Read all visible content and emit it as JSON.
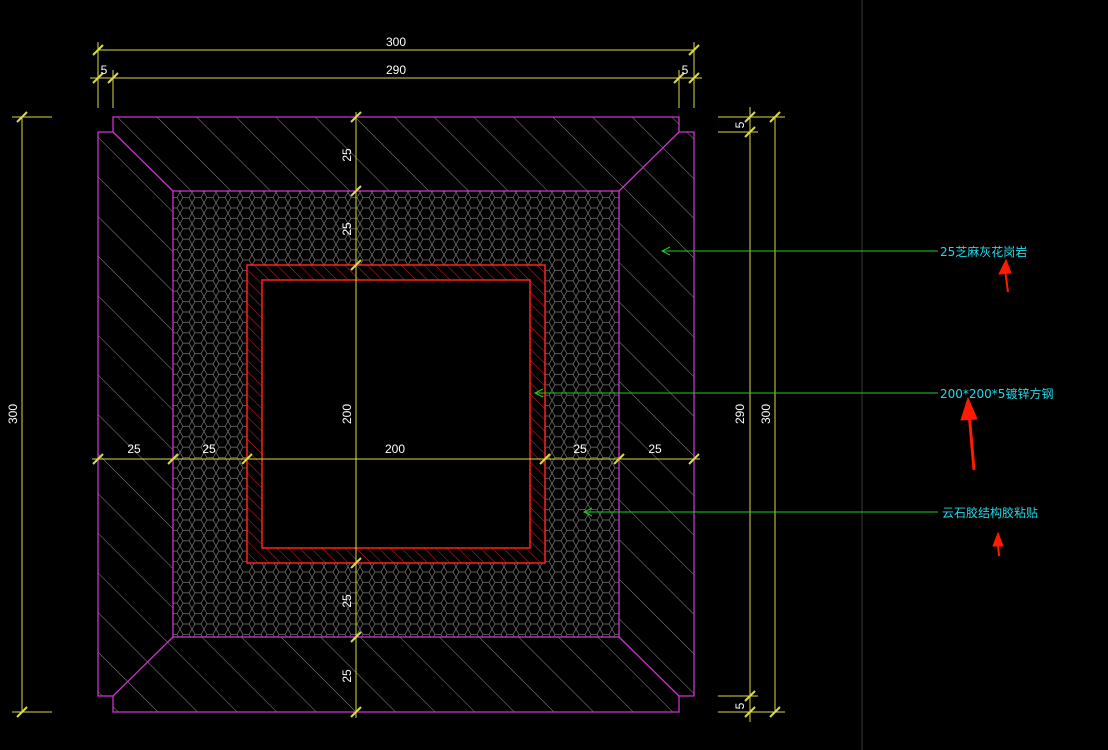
{
  "drawing": {
    "colors": {
      "background": "#000000",
      "dimension_line": "#d9d94a",
      "dimension_text": "#ffffff",
      "outer_outline": "#cc33cc",
      "steel_outline": "#ff2020",
      "leader": "#22cc22",
      "label": "#22d8e8",
      "pointer_arrow": "#ff1a00",
      "hatch": "#8a8a8a"
    },
    "dimensions": {
      "top_overall": "300",
      "top_inner": "290",
      "top_left_offset": "5",
      "top_right_offset": "5",
      "left_overall": "300",
      "right_inner": "290",
      "right_overall": "300",
      "right_top_offset": "5",
      "right_bottom_offset": "5",
      "vertical_chain": [
        "25",
        "25",
        "200",
        "25",
        "25"
      ],
      "horizontal_chain": [
        "25",
        "25",
        "200",
        "25",
        "25"
      ]
    },
    "annotations": [
      {
        "text": "25芝麻灰花岗岩"
      },
      {
        "text": "200*200*5镀锌方钢"
      },
      {
        "text": "云石胶结构胶粘贴"
      }
    ]
  }
}
